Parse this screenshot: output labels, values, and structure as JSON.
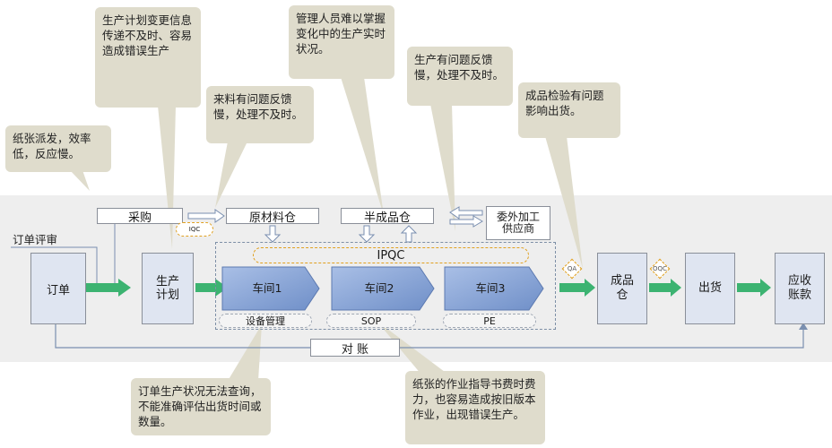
{
  "callouts": {
    "paper_dispatch": "纸张派发，效率低，反应慢。",
    "plan_change": "生产计划变更信息传递不及时、容易造成错误生产",
    "material_issue": "来料有问题反馈慢，处理不及时。",
    "management": "管理人员难以掌握变化中的生产实时状况。",
    "production_issue": "生产有问题反馈慢，处理不及时。",
    "inspection": "成品检验有问题影响出货。",
    "order_status": "订单生产状况无法查询，不能准确评估出货时间或数量。",
    "instruction": "纸张的作业指导书费时费力，也容易造成按旧版本作业，出现错误生产。"
  },
  "labels": {
    "order_review": "订单评审",
    "purchase": "采购",
    "raw_material": "原材料仓",
    "semi_finished": "半成品仓",
    "outsource": "委外加工供应商",
    "iqc": "IQC",
    "ipqc": "IPQC",
    "reconcile": "对 账",
    "qa": "QA",
    "oqc": "OQC"
  },
  "boxes": {
    "order": "订单",
    "plan": "生产计划",
    "workshop1": "车间1",
    "workshop2": "车间2",
    "workshop3": "车间3",
    "finished": "成品仓",
    "shipping": "出货",
    "receivable": "应收账款"
  },
  "pills": {
    "equipment": "设备管理",
    "sop": "SOP",
    "pe": "PE"
  },
  "colors": {
    "arrow_green": "#3cb371",
    "workshop_blue": "#8ea8d8",
    "callout_bg": "#dfdccc"
  }
}
